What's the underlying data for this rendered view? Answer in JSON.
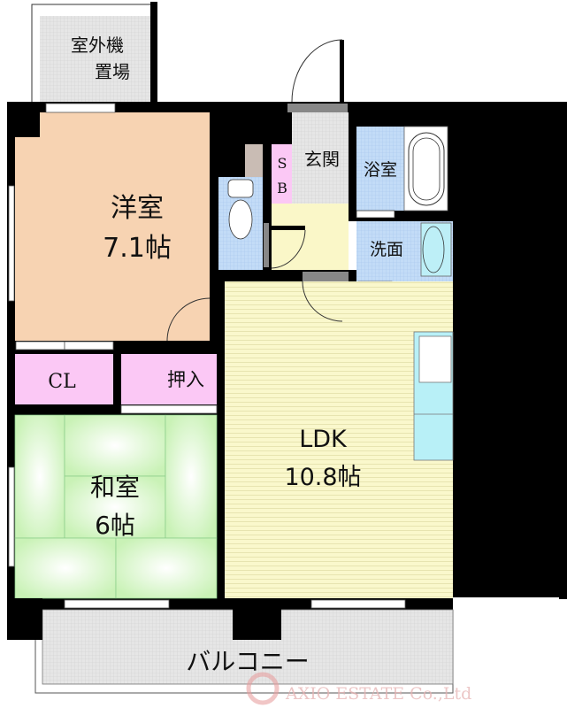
{
  "rooms": {
    "outdoor_unit": {
      "line1": "室外機",
      "line2": "置場"
    },
    "western_room": {
      "name": "洋室",
      "size": "7.1帖"
    },
    "entrance": {
      "name": "玄関"
    },
    "shoe_box": {
      "line1": "S",
      "line2": "B"
    },
    "bathroom": {
      "name": "浴室"
    },
    "washroom": {
      "name": "洗面"
    },
    "closet": {
      "name": "CL"
    },
    "oshiire": {
      "name": "押入"
    },
    "japanese_room": {
      "name": "和室",
      "size": "6帖"
    },
    "ldk": {
      "name": "LDK",
      "size": "10.8帖"
    },
    "balcony": {
      "name": "バルコニー"
    }
  },
  "watermark": {
    "text": "AXIO ESTATE Co.,Ltd"
  },
  "colors": {
    "wall": "#000000",
    "western_room": "#F7D3B2",
    "ldk": "#FAF7C8",
    "storage": "#FBC8F5",
    "japanese_room": "#D6F7C4",
    "wet_area": "#BFD9F7",
    "entrance": "#E4E4E4",
    "kitchen": "#B8F0F7",
    "balcony": "#E2E2E2"
  }
}
